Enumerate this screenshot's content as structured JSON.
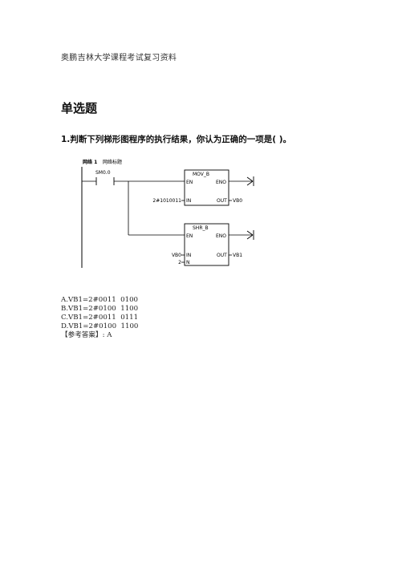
{
  "header_note": "奥鹏吉林大学课程考试复习资料",
  "section_title": "单选题",
  "question": "1.判断下列梯形图程序的执行结果，你认为正确的一项是( )。",
  "ladder": {
    "network_label": "网络 1",
    "network_comment": "网络标题",
    "contact": "SM0.0",
    "block1": {
      "name": "MOV_B",
      "en": "EN",
      "eno": "ENO",
      "in_label": "IN",
      "out_label": "OUT",
      "in_value": "2#1010011",
      "out_value": "VB0"
    },
    "block2": {
      "name": "SHR_B",
      "en": "EN",
      "eno": "ENO",
      "in_label": "IN",
      "n_label": "N",
      "out_label": "OUT",
      "in_value": "VB0",
      "n_value": "2",
      "out_value": "VB1"
    }
  },
  "options": [
    "A.VB1=2#0011  0100",
    "B.VB1=2#0100  1100",
    "C.VB1=2#0011  0111",
    "D.VB1=2#0100  1100"
  ],
  "answer": "【参考答案】: A",
  "colors": {
    "comment_green": "#1a9b1a",
    "line": "#000000"
  }
}
